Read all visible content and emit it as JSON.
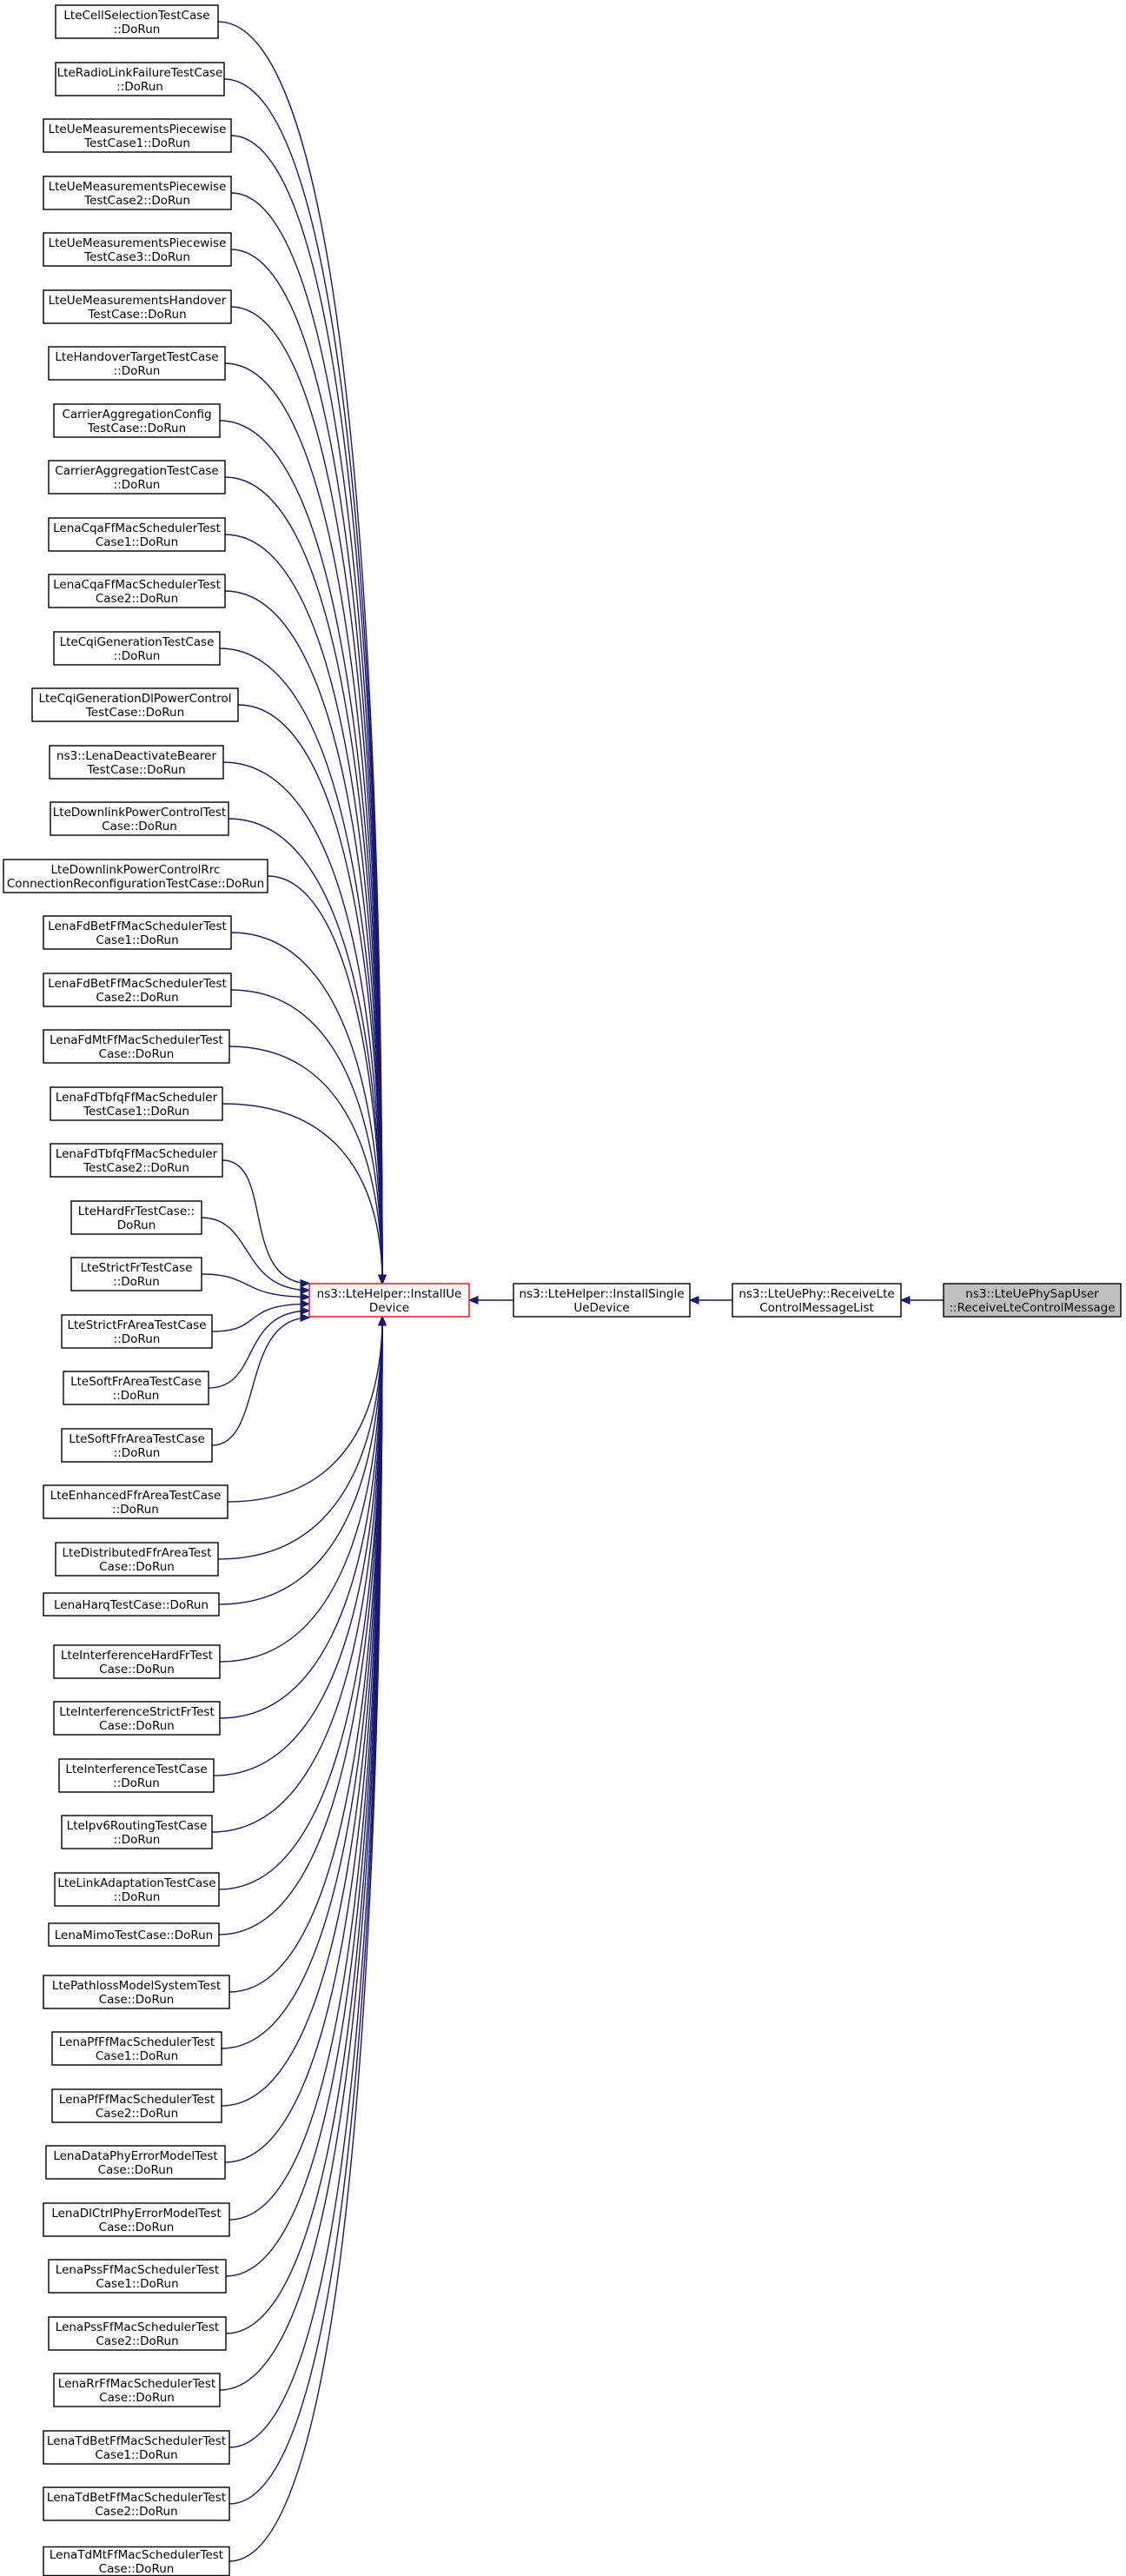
{
  "diagram": {
    "type": "call-graph",
    "colors": {
      "edge": "#191970",
      "node_border": "#000000",
      "highlight_border": "#ff0000",
      "focus_fill": "#bfbfbf",
      "background": "#ffffff"
    },
    "callers": [
      {
        "id": "c0",
        "lines": [
          "LteCellSelectionTestCase",
          "::DoRun"
        ]
      },
      {
        "id": "c1",
        "lines": [
          "LteRadioLinkFailureTestCase",
          "::DoRun"
        ]
      },
      {
        "id": "c2",
        "lines": [
          "LteUeMeasurementsPiecewise",
          "TestCase1::DoRun"
        ]
      },
      {
        "id": "c3",
        "lines": [
          "LteUeMeasurementsPiecewise",
          "TestCase2::DoRun"
        ]
      },
      {
        "id": "c4",
        "lines": [
          "LteUeMeasurementsPiecewise",
          "TestCase3::DoRun"
        ]
      },
      {
        "id": "c5",
        "lines": [
          "LteUeMeasurementsHandover",
          "TestCase::DoRun"
        ]
      },
      {
        "id": "c6",
        "lines": [
          "LteHandoverTargetTestCase",
          "::DoRun"
        ]
      },
      {
        "id": "c7",
        "lines": [
          "CarrierAggregationConfig",
          "TestCase::DoRun"
        ]
      },
      {
        "id": "c8",
        "lines": [
          "CarrierAggregationTestCase",
          "::DoRun"
        ]
      },
      {
        "id": "c9",
        "lines": [
          "LenaCqaFfMacSchedulerTest",
          "Case1::DoRun"
        ]
      },
      {
        "id": "c10",
        "lines": [
          "LenaCqaFfMacSchedulerTest",
          "Case2::DoRun"
        ]
      },
      {
        "id": "c11",
        "lines": [
          "LteCqiGenerationTestCase",
          "::DoRun"
        ]
      },
      {
        "id": "c12",
        "lines": [
          "LteCqiGenerationDlPowerControl",
          "TestCase::DoRun"
        ]
      },
      {
        "id": "c13",
        "lines": [
          "ns3::LenaDeactivateBearer",
          "TestCase::DoRun"
        ]
      },
      {
        "id": "c14",
        "lines": [
          "LteDownlinkPowerControlTest",
          "Case::DoRun"
        ]
      },
      {
        "id": "c15",
        "lines": [
          "LteDownlinkPowerControlRrc",
          "ConnectionReconfigurationTestCase::DoRun"
        ]
      },
      {
        "id": "c16",
        "lines": [
          "LenaFdBetFfMacSchedulerTest",
          "Case1::DoRun"
        ]
      },
      {
        "id": "c17",
        "lines": [
          "LenaFdBetFfMacSchedulerTest",
          "Case2::DoRun"
        ]
      },
      {
        "id": "c18",
        "lines": [
          "LenaFdMtFfMacSchedulerTest",
          "Case::DoRun"
        ]
      },
      {
        "id": "c19",
        "lines": [
          "LenaFdTbfqFfMacScheduler",
          "TestCase1::DoRun"
        ]
      },
      {
        "id": "c20",
        "lines": [
          "LenaFdTbfqFfMacScheduler",
          "TestCase2::DoRun"
        ]
      },
      {
        "id": "c21",
        "lines": [
          "LteHardFrTestCase::",
          "DoRun"
        ]
      },
      {
        "id": "c22",
        "lines": [
          "LteStrictFrTestCase",
          "::DoRun"
        ]
      },
      {
        "id": "c23",
        "lines": [
          "LteStrictFrAreaTestCase",
          "::DoRun"
        ]
      },
      {
        "id": "c24",
        "lines": [
          "LteSoftFrAreaTestCase",
          "::DoRun"
        ]
      },
      {
        "id": "c25",
        "lines": [
          "LteSoftFfrAreaTestCase",
          "::DoRun"
        ]
      },
      {
        "id": "c26",
        "lines": [
          "LteEnhancedFfrAreaTestCase",
          "::DoRun"
        ]
      },
      {
        "id": "c27",
        "lines": [
          "LteDistributedFfrAreaTest",
          "Case::DoRun"
        ]
      },
      {
        "id": "c28",
        "lines": [
          "LenaHarqTestCase::DoRun"
        ]
      },
      {
        "id": "c29",
        "lines": [
          "LteInterferenceHardFrTest",
          "Case::DoRun"
        ]
      },
      {
        "id": "c30",
        "lines": [
          "LteInterferenceStrictFrTest",
          "Case::DoRun"
        ]
      },
      {
        "id": "c31",
        "lines": [
          "LteInterferenceTestCase",
          "::DoRun"
        ]
      },
      {
        "id": "c32",
        "lines": [
          "LteIpv6RoutingTestCase",
          "::DoRun"
        ]
      },
      {
        "id": "c33",
        "lines": [
          "LteLinkAdaptationTestCase",
          "::DoRun"
        ]
      },
      {
        "id": "c34",
        "lines": [
          "LenaMimoTestCase::DoRun"
        ]
      },
      {
        "id": "c35",
        "lines": [
          "LtePathlossModelSystemTest",
          "Case::DoRun"
        ]
      },
      {
        "id": "c36",
        "lines": [
          "LenaPfFfMacSchedulerTest",
          "Case1::DoRun"
        ]
      },
      {
        "id": "c37",
        "lines": [
          "LenaPfFfMacSchedulerTest",
          "Case2::DoRun"
        ]
      },
      {
        "id": "c38",
        "lines": [
          "LenaDataPhyErrorModelTest",
          "Case::DoRun"
        ]
      },
      {
        "id": "c39",
        "lines": [
          "LenaDlCtrlPhyErrorModelTest",
          "Case::DoRun"
        ]
      },
      {
        "id": "c40",
        "lines": [
          "LenaPssFfMacSchedulerTest",
          "Case1::DoRun"
        ]
      },
      {
        "id": "c41",
        "lines": [
          "LenaPssFfMacSchedulerTest",
          "Case2::DoRun"
        ]
      },
      {
        "id": "c42",
        "lines": [
          "LenaRrFfMacSchedulerTest",
          "Case::DoRun"
        ]
      },
      {
        "id": "c43",
        "lines": [
          "LenaTdBetFfMacSchedulerTest",
          "Case1::DoRun"
        ]
      },
      {
        "id": "c44",
        "lines": [
          "LenaTdBetFfMacSchedulerTest",
          "Case2::DoRun"
        ]
      },
      {
        "id": "c45",
        "lines": [
          "LenaTdMtFfMacSchedulerTest",
          "Case::DoRun"
        ]
      }
    ],
    "chain": [
      {
        "id": "install-ue-device",
        "lines": [
          "ns3::LteHelper::InstallUe",
          "Device"
        ],
        "style": "highlight"
      },
      {
        "id": "install-single-ue-device",
        "lines": [
          "ns3::LteHelper::InstallSingle",
          "UeDevice"
        ],
        "style": "normal"
      },
      {
        "id": "receive-lte-control-message-list",
        "lines": [
          "ns3::LteUePhy::ReceiveLte",
          "ControlMessageList"
        ],
        "style": "normal"
      },
      {
        "id": "receive-lte-control-message",
        "lines": [
          "ns3::LteUePhySapUser",
          "::ReceiveLteControlMessage"
        ],
        "style": "focus"
      }
    ]
  }
}
